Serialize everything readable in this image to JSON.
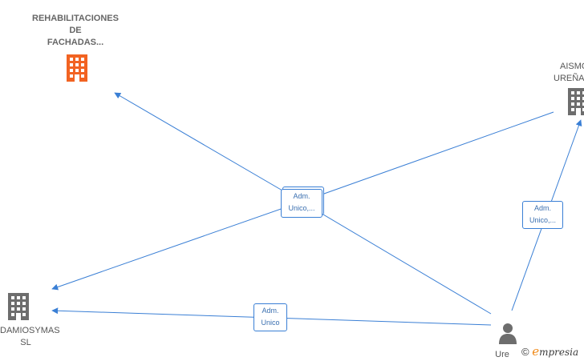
{
  "nodes": {
    "rehabilitaciones": {
      "line1": "REHABILITACIONES",
      "line2": "DE",
      "line3": "FACHADAS...",
      "color": "#f26322"
    },
    "aismo": {
      "line1": "AISMO",
      "line2": "UREÑA"
    },
    "damiosymas": {
      "line1": "DAMIOSYMAS",
      "line2": "SL"
    },
    "ure": {
      "line1": "Ure"
    }
  },
  "edges": {
    "center": {
      "line1": "Adm.",
      "line2": "Unico,..."
    },
    "right": {
      "line1": "Adm.",
      "line2": "Unico,..."
    },
    "bottom": {
      "line1": "Adm.",
      "line2": "Unico"
    }
  },
  "watermark": {
    "symbol": "©",
    "brand_initial": "e",
    "brand_rest": "mpresia"
  },
  "colors": {
    "edge": "#3a7fd5",
    "company": "#6d6d6d",
    "highlight": "#f26322"
  }
}
